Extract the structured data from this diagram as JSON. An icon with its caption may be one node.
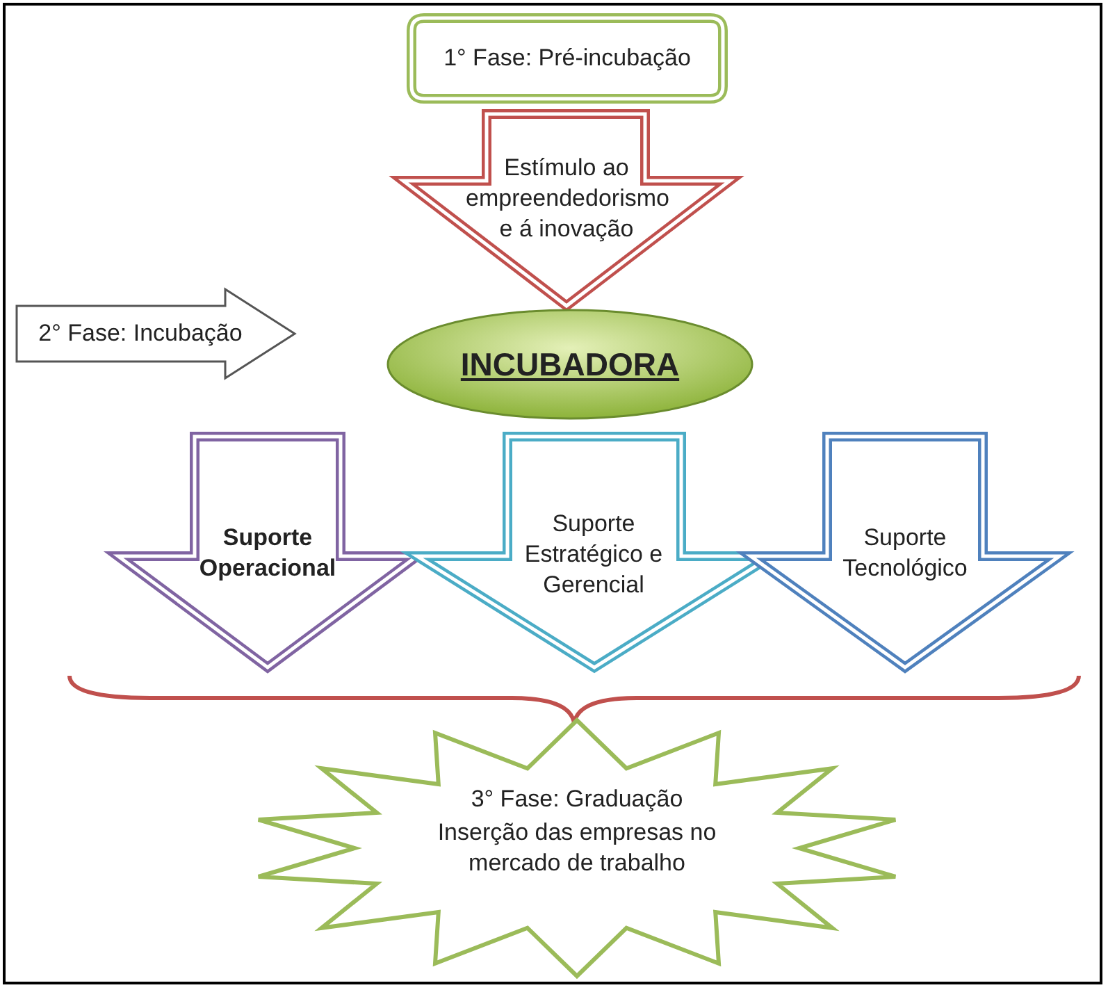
{
  "diagram": {
    "nodes": [
      {
        "text": [
          "1° Fase: Pré-incubação"
        ]
      },
      {
        "text": [
          "Estímulo ao empreendedorismo e á inovação"
        ]
      },
      {
        "text": [
          "2° Fase: Incubação"
        ]
      },
      {
        "text": [
          "INCUBADORA"
        ]
      },
      {
        "text": [
          "Suporte Operacional"
        ]
      },
      {
        "text": [
          "Suporte Estratégico e Gerencial"
        ]
      },
      {
        "text": [
          "Suporte Tecnológico"
        ]
      },
      {
        "text": [
          "3° Fase: Graduação",
          "Inserção das empresas no mercado de trabalho"
        ]
      }
    ]
  }
}
